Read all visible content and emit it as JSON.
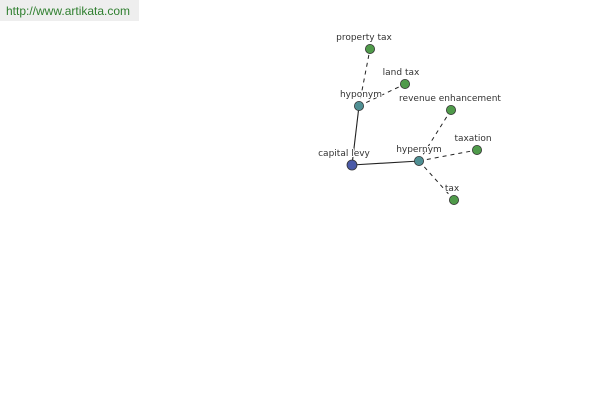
{
  "banner": {
    "url": "http://www.artikata.com"
  },
  "colors": {
    "root": "#4a5aa8",
    "relation": "#4f8f93",
    "term": "#4f9a4a",
    "edge": "#222222"
  },
  "graph": {
    "nodes": [
      {
        "id": "capital-levy",
        "label": "capital levy",
        "kind": "root"
      },
      {
        "id": "hyponym",
        "label": "hyponym",
        "kind": "relation"
      },
      {
        "id": "hypernym",
        "label": "hypernym",
        "kind": "relation"
      },
      {
        "id": "property-tax",
        "label": "property tax",
        "kind": "term"
      },
      {
        "id": "land-tax",
        "label": "land tax",
        "kind": "term"
      },
      {
        "id": "revenue-enhancement",
        "label": "revenue enhancement",
        "kind": "term"
      },
      {
        "id": "taxation",
        "label": "taxation",
        "kind": "term"
      },
      {
        "id": "tax",
        "label": "tax",
        "kind": "term"
      }
    ],
    "edges": [
      {
        "from": "capital-levy",
        "to": "hyponym",
        "style": "solid"
      },
      {
        "from": "capital-levy",
        "to": "hypernym",
        "style": "solid"
      },
      {
        "from": "hyponym",
        "to": "property-tax",
        "style": "dashed"
      },
      {
        "from": "hyponym",
        "to": "land-tax",
        "style": "dashed"
      },
      {
        "from": "hypernym",
        "to": "revenue-enhancement",
        "style": "dashed"
      },
      {
        "from": "hypernym",
        "to": "taxation",
        "style": "dashed"
      },
      {
        "from": "hypernym",
        "to": "tax",
        "style": "dashed"
      }
    ]
  }
}
